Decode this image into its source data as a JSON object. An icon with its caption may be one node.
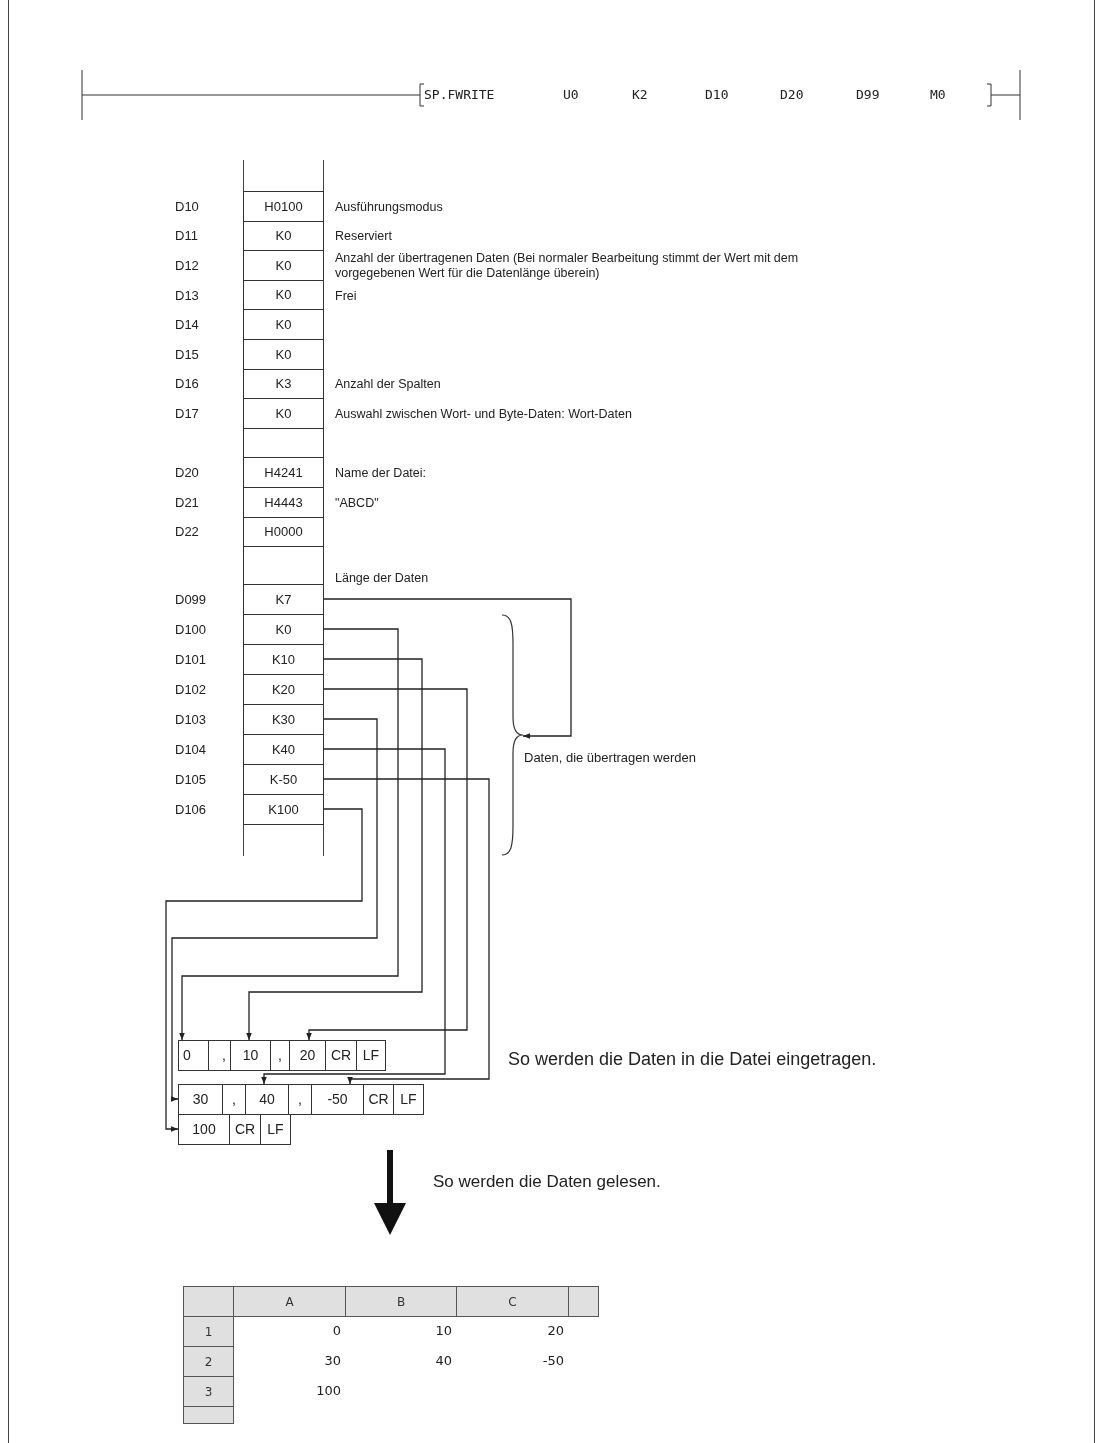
{
  "diagram": {
    "nodes": [
      {
        "text": [
          "H0100"
        ],
        "beside": [
          "D10",
          "Ausführungsmodus"
        ]
      },
      {
        "text": [
          "K0"
        ],
        "beside": [
          "D11",
          "Reserviert"
        ]
      },
      {
        "text": [
          "K0"
        ],
        "beside": [
          "D12",
          "Anzahl der übertragenen Daten (Bei normaler Bearbeitung stimmt der Wert mit dem vorgegebenen Wert für die Datenlänge überein)"
        ]
      },
      {
        "text": [
          "K0"
        ],
        "beside": [
          "D13",
          "Frei"
        ]
      },
      {
        "text": [
          "K0"
        ],
        "beside": [
          "D14"
        ]
      },
      {
        "text": [
          "K0"
        ],
        "beside": [
          "D15"
        ]
      },
      {
        "text": [
          "K3"
        ],
        "beside": [
          "D16",
          "Anzahl der Spalten"
        ]
      },
      {
        "text": [
          "K0"
        ],
        "beside": [
          "D17",
          "Auswahl zwischen Wort- und Byte-Daten: Wort-Daten"
        ]
      },
      {
        "text": [],
        "shape": "box"
      },
      {
        "text": [
          "H4241"
        ],
        "beside": [
          "D20",
          "Name der Datei:"
        ]
      },
      {
        "text": [
          "H4443"
        ],
        "beside": [
          "D21",
          "\"ABCD\""
        ]
      },
      {
        "text": [
          "H0000"
        ],
        "beside": [
          "D22"
        ]
      },
      {
        "text": [],
        "shape": "box"
      },
      {
        "text": [
          "K7"
        ],
        "beside": [
          "D099",
          "Länge der Daten"
        ]
      },
      {
        "text": [
          "K0"
        ],
        "beside": [
          "D100"
        ]
      },
      {
        "text": [
          "K10"
        ],
        "beside": [
          "D101"
        ]
      },
      {
        "text": [
          "K20"
        ],
        "beside": [
          "D102"
        ]
      },
      {
        "text": [
          "K30"
        ],
        "beside": [
          "D103"
        ]
      },
      {
        "text": [
          "K40"
        ],
        "beside": [
          "D104"
        ]
      },
      {
        "text": [
          "K-50"
        ],
        "beside": [
          "D105"
        ]
      },
      {
        "text": [
          "K100"
        ],
        "beside": [
          "D106"
        ]
      },
      {
        "text": [],
        "shape": "brace",
        "beside": [
          "Daten, die übertragen werden"
        ]
      },
      {
        "text": [
          "0"
        ]
      },
      {
        "text": [
          ","
        ]
      },
      {
        "text": [
          "10"
        ]
      },
      {
        "text": [
          ","
        ]
      },
      {
        "text": [
          "20"
        ]
      },
      {
        "text": [
          "CR"
        ]
      },
      {
        "text": [
          "LF"
        ]
      },
      {
        "text": [
          "30"
        ]
      },
      {
        "text": [
          ","
        ]
      },
      {
        "text": [
          "40"
        ]
      },
      {
        "text": [
          ","
        ]
      },
      {
        "text": [
          "-50"
        ]
      },
      {
        "text": [
          "CR"
        ]
      },
      {
        "text": [
          "LF"
        ]
      },
      {
        "text": [
          "100"
        ]
      },
      {
        "text": [
          "CR"
        ]
      },
      {
        "text": [
          "LF"
        ]
      }
    ],
    "edges": [
      {
        "from": 13,
        "to": 21,
        "arrow": "to"
      },
      {
        "from": 14,
        "to": 22,
        "arrow": "to"
      },
      {
        "from": 15,
        "to": 24,
        "arrow": "to"
      },
      {
        "from": 16,
        "to": 26,
        "arrow": "to"
      },
      {
        "from": 17,
        "to": 29,
        "arrow": "to"
      },
      {
        "from": 18,
        "to": 31,
        "arrow": "to"
      },
      {
        "from": 19,
        "to": 33,
        "arrow": "to"
      },
      {
        "from": 20,
        "to": 36,
        "arrow": "to"
      }
    ],
    "labels": [
      "SP.FWRITE",
      "U0",
      "K2",
      "D10",
      "D20",
      "D99",
      "M0",
      "So werden die Daten in die Datei eingetragen.",
      "So werden die Daten gelesen.",
      "A",
      "B",
      "C",
      "1",
      "0",
      "10",
      "20",
      "2",
      "30",
      "40",
      "-50",
      "3",
      "100"
    ]
  }
}
